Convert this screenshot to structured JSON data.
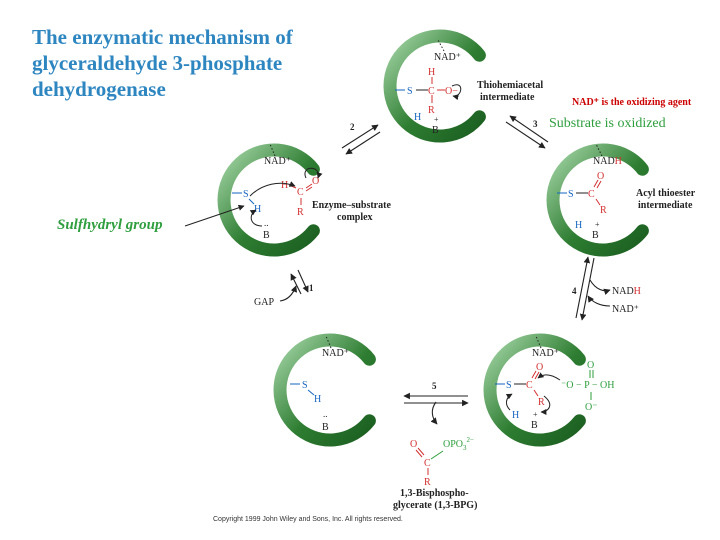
{
  "title": "The enzymatic mechanism of glyceraldehyde 3-phosphate dehydrogenase",
  "copyright": "Copyright 1999 John Wiley and Sons, Inc. All rights reserved.",
  "colors": {
    "title": "#2e86c1",
    "enzyme": "#2e7d32",
    "red": "#d32f2f",
    "blue": "#1565c0",
    "green": "#2e9e3e",
    "annotation_red": "#cc0000"
  },
  "annotations": {
    "oxidizing_agent": "NAD⁺ is the oxidizing agent",
    "substrate_oxidized": "Substrate is oxidized",
    "sulfhydryl_group": "Sulfhydryl group"
  },
  "intermediates": {
    "enzyme_substrate": "Enzyme–substrate complex",
    "enzyme_substrate_line1": "Enzyme–substrate",
    "enzyme_substrate_line2": "complex",
    "thiohemiacetal_line1": "Thiohemiacetal",
    "thiohemiacetal_line2": "intermediate",
    "acyl_thioester_line1": "Acyl thioester",
    "acyl_thioester_line2": "intermediate",
    "product_line1": "1,3-Bisphospho-",
    "product_line2": "glycerate (1,3-BPG)"
  },
  "steps": [
    "1",
    "2",
    "3",
    "4",
    "5"
  ],
  "reagents": {
    "gap": "GAP",
    "nad_plus": "NAD⁺",
    "nadh_nad": "NAD",
    "nadh_h": "H",
    "phosphate": "−O−P−OH"
  },
  "atoms": {
    "S": "S",
    "H": "H",
    "C": "C",
    "O": "O",
    "R": "R",
    "B": "B",
    "P": "P",
    "OH": "OH",
    "Ominus": "O−",
    "opo3": "OPO",
    "opo3_sub": "3",
    "opo3_sup": "2−"
  }
}
